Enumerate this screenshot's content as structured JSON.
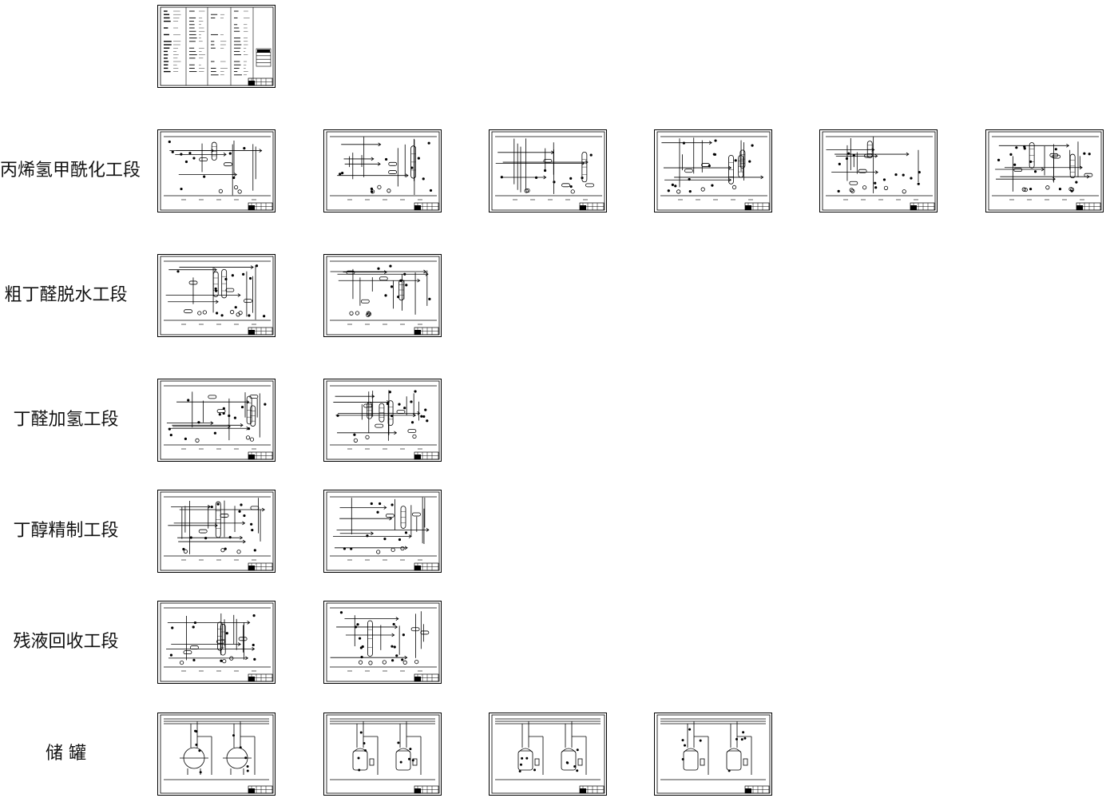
{
  "rows": [
    {
      "label": "",
      "sheets": 1,
      "kind": "legend"
    },
    {
      "label": "丙烯氢甲酰化工段",
      "sheets": 6,
      "kind": "pid"
    },
    {
      "label": "粗丁醛脱水工段",
      "sheets": 2,
      "kind": "pid"
    },
    {
      "label": "丁醛加氢工段",
      "sheets": 2,
      "kind": "pid"
    },
    {
      "label": "丁醇精制工段",
      "sheets": 2,
      "kind": "pid"
    },
    {
      "label": "残液回收工段",
      "sheets": 2,
      "kind": "pid"
    },
    {
      "label": "储  罐",
      "sheets": 4,
      "kind": "tank"
    }
  ],
  "colors": {
    "line": "#000000",
    "background": "#ffffff"
  }
}
